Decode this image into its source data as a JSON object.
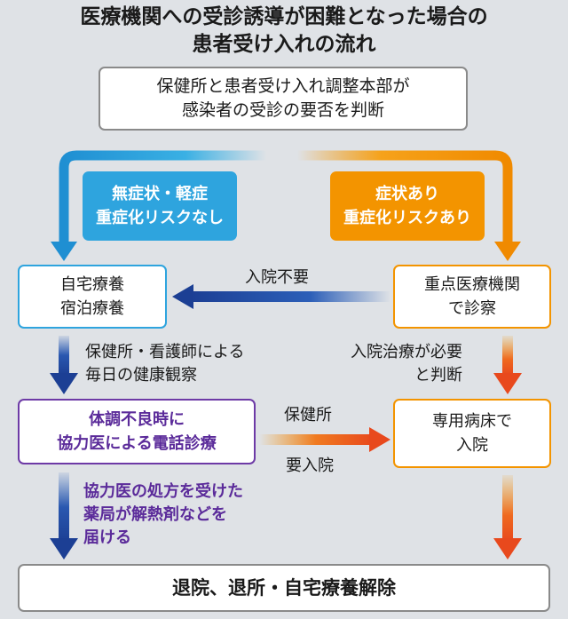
{
  "title": {
    "line1": "医療機関への受診誘導が困難となった場合の",
    "line2": "患者受け入れの流れ"
  },
  "nodes": {
    "top": {
      "line1": "保健所と患者受け入れ調整本部が",
      "line2": "感染者の受診の要否を判断"
    },
    "no_symptom": {
      "line1": "無症状・軽症",
      "line2": "重症化リスクなし"
    },
    "symptom": {
      "line1": "症状あり",
      "line2": "重症化リスクあり"
    },
    "home": {
      "line1": "自宅療養",
      "line2": "宿泊療養"
    },
    "priority_hospital": {
      "line1": "重点医療機関",
      "line2": "で診察"
    },
    "phone": {
      "line1": "体調不良時に",
      "line2": "協力医による電話診療"
    },
    "ward": {
      "line1": "専用病床で",
      "line2": "入院"
    },
    "final": {
      "line1": "退院、退所・自宅療養解除"
    }
  },
  "labels": {
    "no_admission": "入院不要",
    "health_watch": {
      "line1": "保健所・看護師による",
      "line2": "毎日の健康観察"
    },
    "needs_admission": {
      "line1": "入院治療が必要",
      "line2": "と判断"
    },
    "health_center": "保健所",
    "admission_required": "要入院",
    "pharmacy": {
      "line1": "協力医の処方を受けた",
      "line2": "薬局が解熱剤などを",
      "line3": "届ける"
    }
  },
  "colors": {
    "blue": "#2ea4de",
    "navy": "#1c3f94",
    "orange": "#f39400",
    "red_orange": "#e8491d",
    "purple": "#6d3aa6",
    "background": "#dfe2e6"
  }
}
